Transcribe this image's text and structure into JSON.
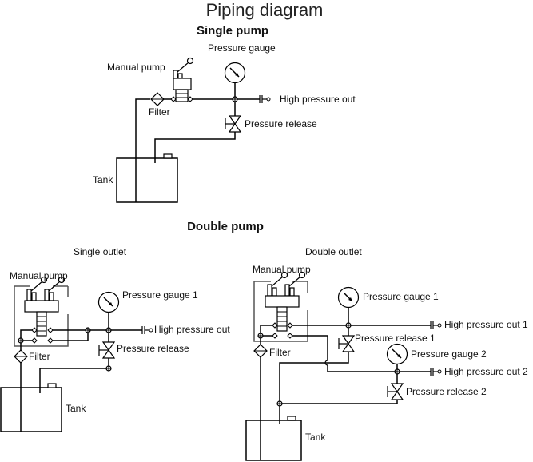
{
  "title": "Piping diagram",
  "sections": {
    "single_pump": {
      "heading": "Single pump",
      "labels": {
        "manual_pump": "Manual pump",
        "pressure_gauge": "Pressure gauge",
        "filter": "Filter",
        "high_pressure_out": "High pressure out",
        "pressure_release": "Pressure release",
        "tank": "Tank"
      }
    },
    "double_pump": {
      "heading": "Double pump",
      "single_outlet": {
        "subheading": "Single outlet",
        "labels": {
          "manual_pump": "Manual pump",
          "pressure_gauge": "Pressure gauge 1",
          "high_pressure_out": "High pressure out",
          "pressure_release": "Pressure release",
          "filter": "Filter",
          "tank": "Tank"
        }
      },
      "double_outlet": {
        "subheading": "Double outlet",
        "labels": {
          "manual_pump": "Manual pump",
          "pressure_gauge_1": "Pressure gauge 1",
          "high_pressure_out_1": "High pressure out 1",
          "pressure_release_1": "Pressure release 1",
          "filter": "Filter",
          "pressure_gauge_2": "Pressure gauge 2",
          "high_pressure_out_2": "High pressure out 2",
          "pressure_release_2": "Pressure release 2",
          "tank": "Tank"
        }
      }
    }
  }
}
